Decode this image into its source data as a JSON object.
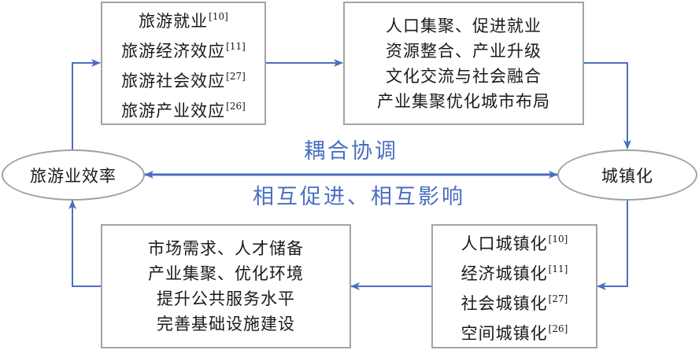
{
  "colors": {
    "arrow": "#4a6fc0",
    "box_border": "#a3a3a3",
    "center_text": "#4a6fc0",
    "text": "#1a1a1a"
  },
  "nodes": {
    "tourism_efficiency": {
      "label": "旅游业效率"
    },
    "urbanization": {
      "label": "城镇化"
    }
  },
  "center": {
    "top_label": "耦合协调",
    "bottom_label": "相互促进、相互影响"
  },
  "tourism_effects_box": {
    "lines": [
      {
        "text": "旅游就业",
        "ref": "[10]"
      },
      {
        "text": "旅游经济效应",
        "ref": "[11]"
      },
      {
        "text": "旅游社会效应",
        "ref": "[27]"
      },
      {
        "text": "旅游产业效应",
        "ref": "[26]"
      }
    ]
  },
  "tourism_to_urban_mechanisms_box": {
    "lines": [
      "人口集聚、促进就业",
      "资源整合、产业升级",
      "文化交流与社会融合",
      "产业集聚优化城市布局"
    ]
  },
  "urbanization_types_box": {
    "lines": [
      {
        "text": "人口城镇化",
        "ref": "[10]"
      },
      {
        "text": "经济城镇化",
        "ref": "[11]"
      },
      {
        "text": "社会城镇化",
        "ref": "[27]"
      },
      {
        "text": "空间城镇化",
        "ref": "[26]"
      }
    ]
  },
  "urban_to_tourism_mechanisms_box": {
    "lines": [
      "市场需求、人才储备",
      "产业集聚、优化环境",
      "提升公共服务水平",
      "完善基础设施建设"
    ]
  }
}
